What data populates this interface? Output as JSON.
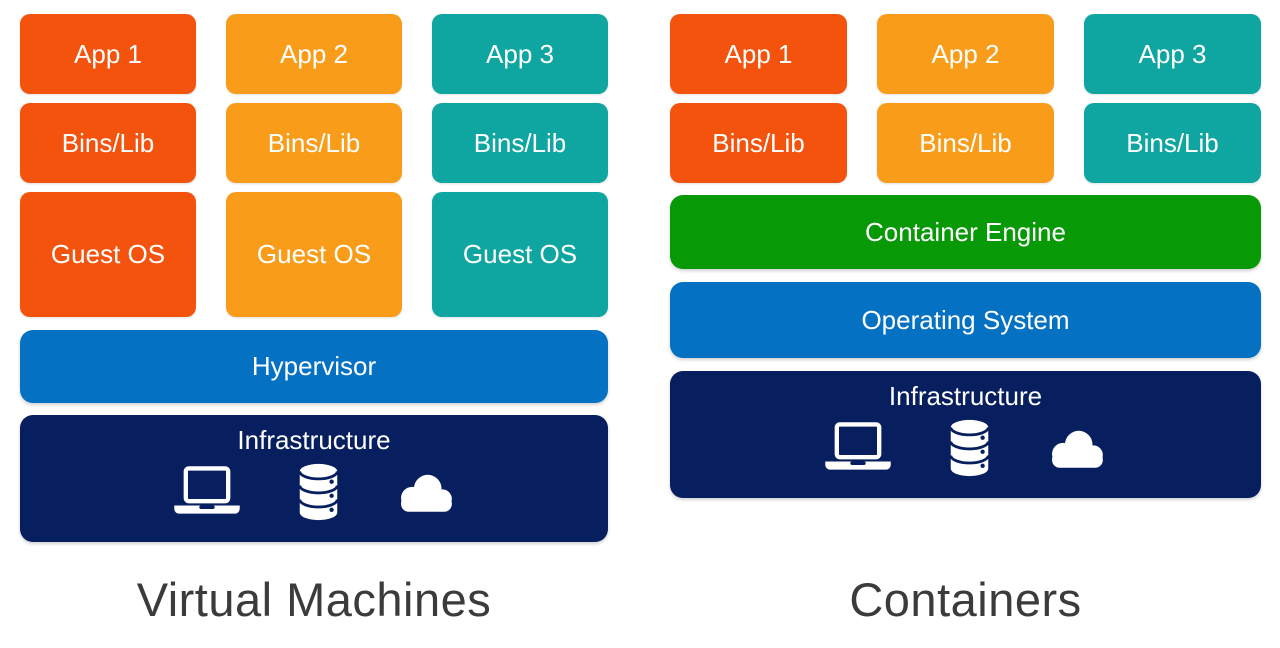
{
  "colors": {
    "stack1": "#F4530E",
    "stack2": "#F89C1A",
    "stack3": "#0FA5A0",
    "blue": "#0571C3",
    "navy": "#071F5E",
    "green": "#089907",
    "title": "#3B3B3B",
    "blocktext": "#FFFFFF"
  },
  "vm": {
    "title": "Virtual Machines",
    "columns": [
      {
        "app": "App 1",
        "bins": "Bins/Lib",
        "guest_os": "Guest OS"
      },
      {
        "app": "App 2",
        "bins": "Bins/Lib",
        "guest_os": "Guest OS"
      },
      {
        "app": "App 3",
        "bins": "Bins/Lib",
        "guest_os": "Guest OS"
      }
    ],
    "hypervisor_label": "Hypervisor",
    "infrastructure_label": "Infrastructure"
  },
  "containers": {
    "title": "Containers",
    "columns": [
      {
        "app": "App 1",
        "bins": "Bins/Lib"
      },
      {
        "app": "App 2",
        "bins": "Bins/Lib"
      },
      {
        "app": "App 3",
        "bins": "Bins/Lib"
      }
    ],
    "container_engine_label": "Container Engine",
    "operating_system_label": "Operating System",
    "infrastructure_label": "Infrastructure"
  },
  "infrastructure_icons": [
    "laptop-icon",
    "database-icon",
    "cloud-icon"
  ]
}
